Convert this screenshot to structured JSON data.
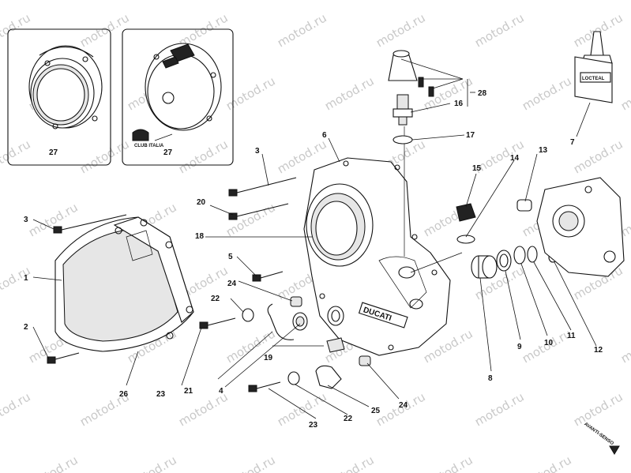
{
  "watermark": "motod.ru",
  "insets": [
    {
      "key": "inset-left",
      "label": "27"
    },
    {
      "key": "inset-right",
      "label": "27"
    }
  ],
  "club_badge": "CLUB ITALIA",
  "loctite_label": "LOCTEAL",
  "brand_cast": "DUCATI",
  "direction_stamp": "AVANTI-SENSO",
  "callouts": [
    "1",
    "2",
    "3",
    "3",
    "4",
    "5",
    "6",
    "7",
    "8",
    "9",
    "10",
    "11",
    "12",
    "13",
    "14",
    "15",
    "16",
    "17",
    "18",
    "19",
    "20",
    "21",
    "22",
    "22",
    "23",
    "23",
    "24",
    "24",
    "25",
    "26",
    "28"
  ]
}
